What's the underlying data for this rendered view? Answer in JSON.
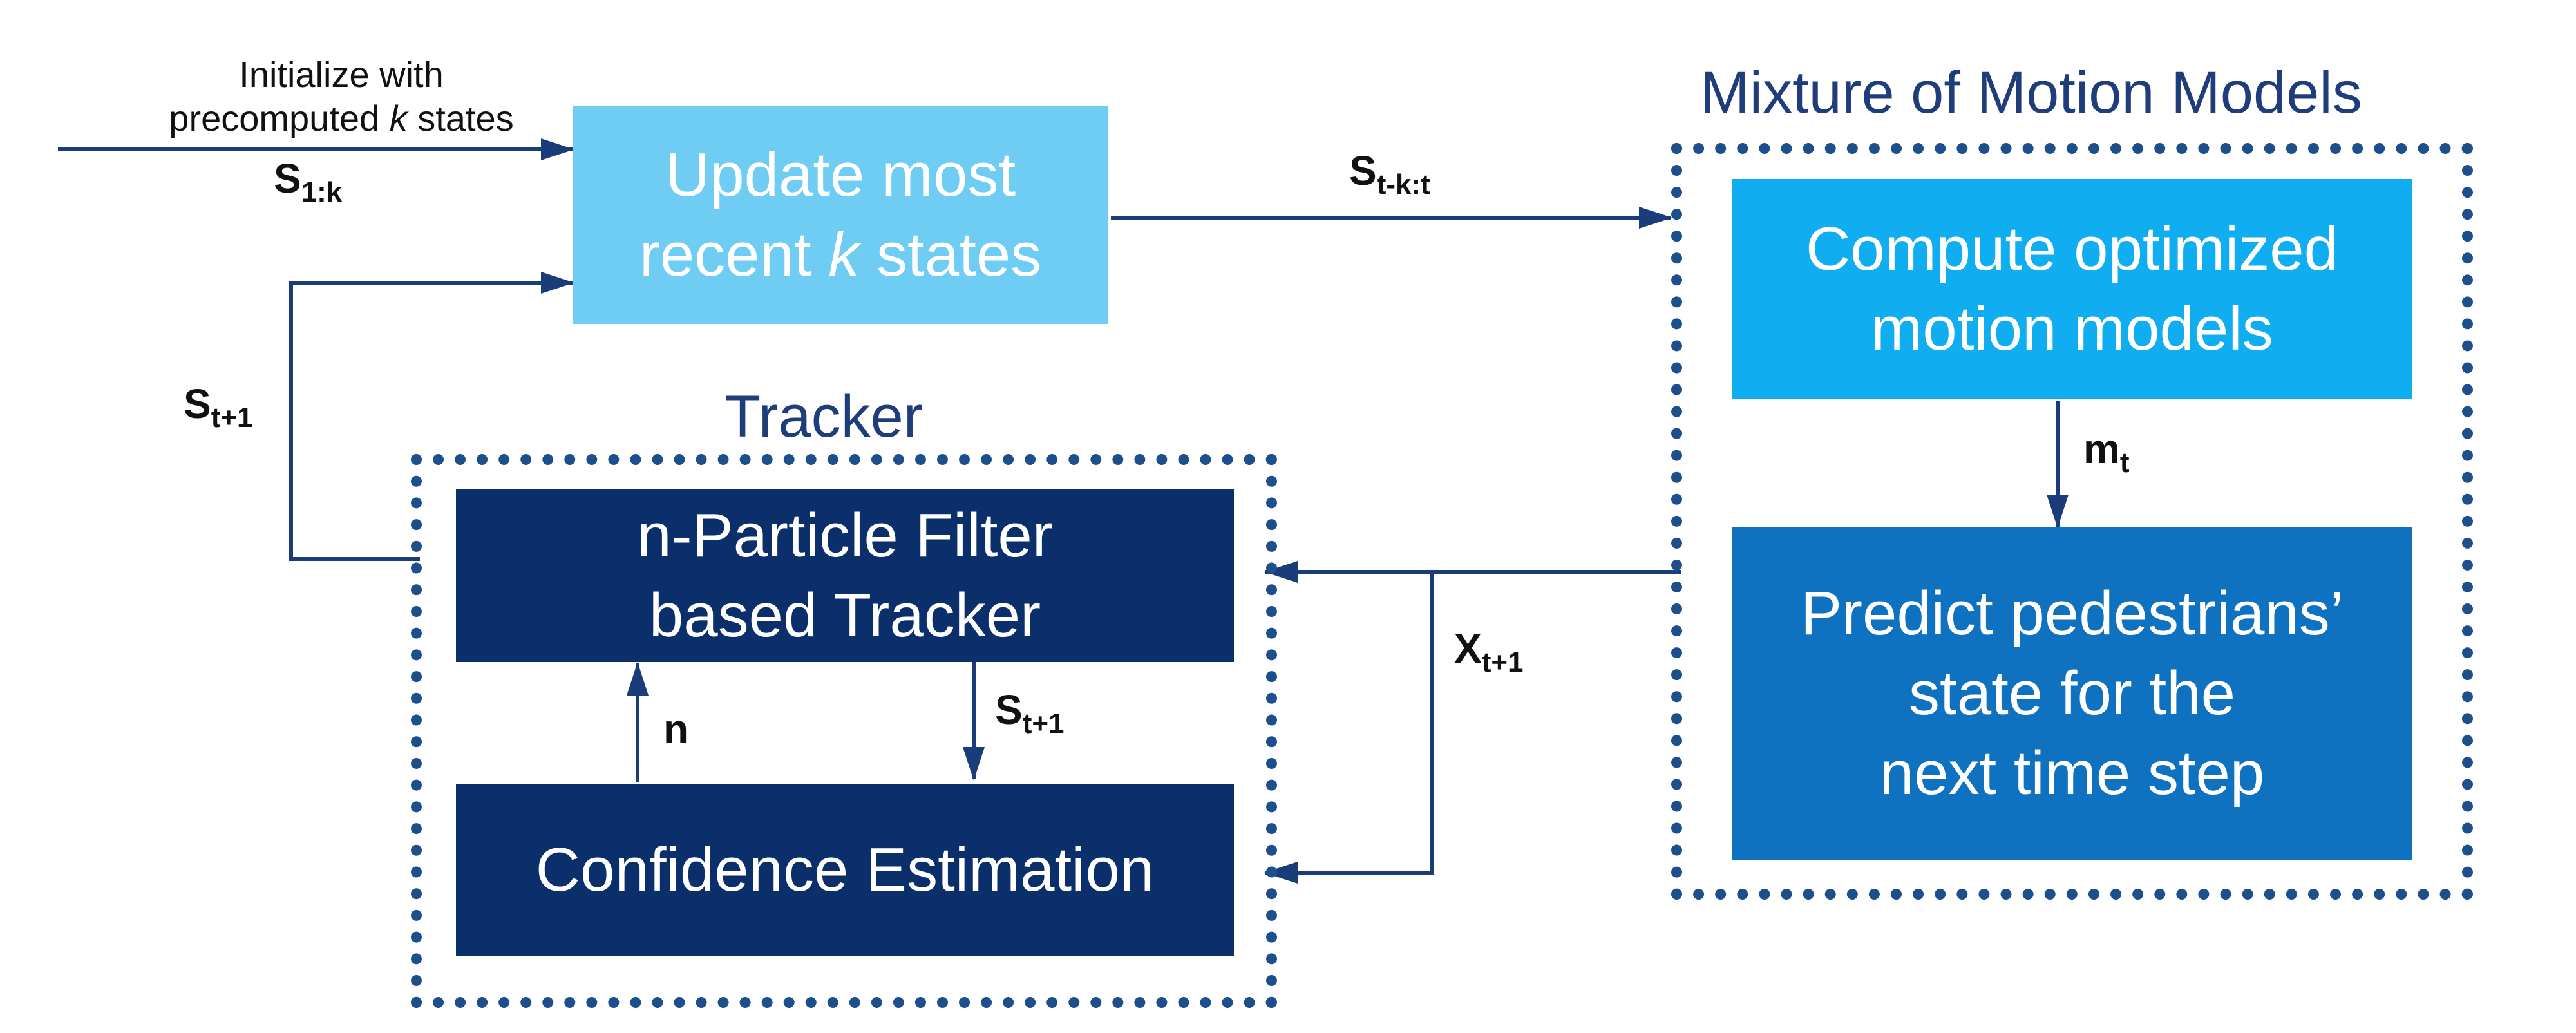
{
  "init_note": {
    "line1": "Initialize with",
    "line2_pre": "precomputed ",
    "line2_var": "k",
    "line2_post": " states"
  },
  "labels": {
    "s_1k": {
      "base": "S",
      "sub": "1:k"
    },
    "s_tkt": {
      "base": "S",
      "sub": "t-k:t"
    },
    "s_t1_loop": {
      "base": "S",
      "sub": "t+1"
    },
    "m_t": {
      "base": "m",
      "sub": "t"
    },
    "x_t1": {
      "base": "X",
      "sub": "t+1"
    },
    "n": "n",
    "s_t1_inner": {
      "base": "S",
      "sub": "t+1"
    }
  },
  "boxes": {
    "update": {
      "line1": "Update most",
      "line2_pre": "recent ",
      "line2_var": "k",
      "line2_post": " states"
    },
    "compute": {
      "line1": "Compute optimized",
      "line2": "motion models"
    },
    "predict": {
      "line1": "Predict pedestrians’",
      "line2": "state for the",
      "line3": "next time step"
    },
    "particle": {
      "line1": "n-Particle Filter",
      "line2": "based Tracker"
    },
    "confidence": {
      "line1": "Confidence Estimation"
    }
  },
  "groups": {
    "mixture": "Mixture of Motion Models",
    "tracker": "Tracker"
  },
  "colors": {
    "update_box": "#6fcdf4",
    "compute_box": "#10aef0",
    "predict_box": "#0f72c0",
    "tracker_boxes": "#0b2f6b",
    "arrows": "#1a3d7a",
    "dotted_border": "#1d4f8c"
  }
}
